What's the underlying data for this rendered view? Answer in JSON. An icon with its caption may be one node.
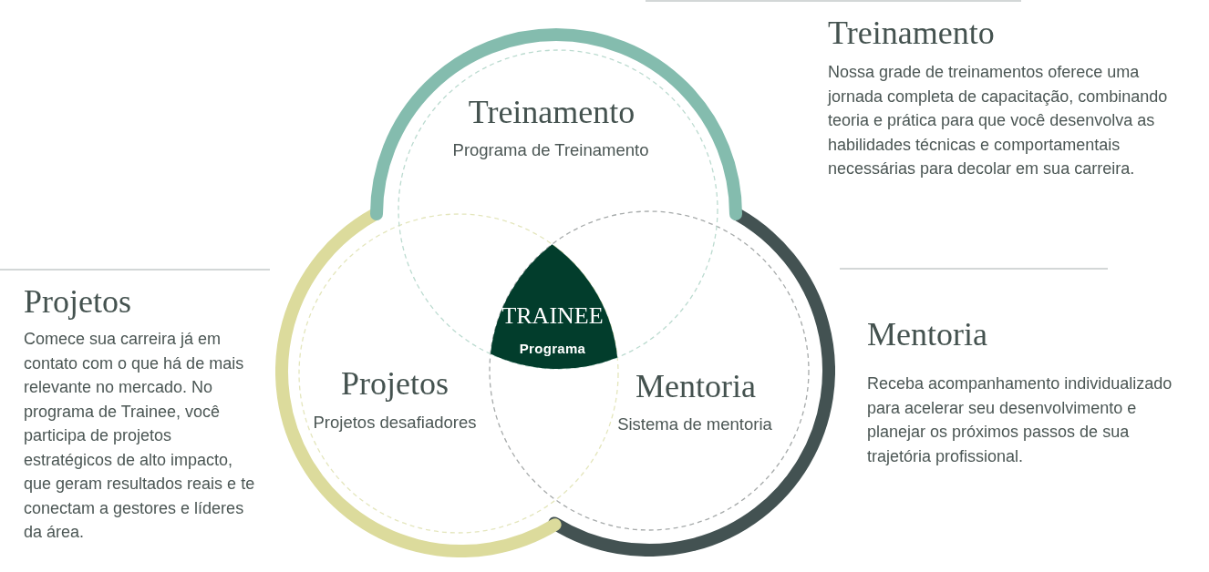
{
  "diagram": {
    "nodes": [
      {
        "text": [
          "Treinamento",
          "Programa de Treinamento"
        ]
      },
      {
        "text": [
          "TRAINEE",
          "Programa"
        ]
      },
      {
        "text": [
          "Projetos",
          "Projetos desafiadores"
        ]
      },
      {
        "text": [
          "Mentoria",
          "Sistema de mentoria"
        ]
      }
    ],
    "labels": [
      "Treinamento",
      "Nossa grade de treinamentos oferece uma jornada completa de capacitação, combinando teoria e prática para que você desenvolva as habilidades técnicas e comportamentais necessárias para decolar em sua carreira.",
      "Projetos",
      "Comece sua carreira já em contato com o que há de mais relevante no mercado. No programa de Trainee, você participa de projetos estratégicos de alto impacto, que geram resultados reais e te conectam a gestores e líderes da área.",
      "Mentoria",
      "Receba acompanhamento individualizado para acelerar seu desenvolvimento e planejar os próximos passos de sua trajetória profissional."
    ]
  }
}
